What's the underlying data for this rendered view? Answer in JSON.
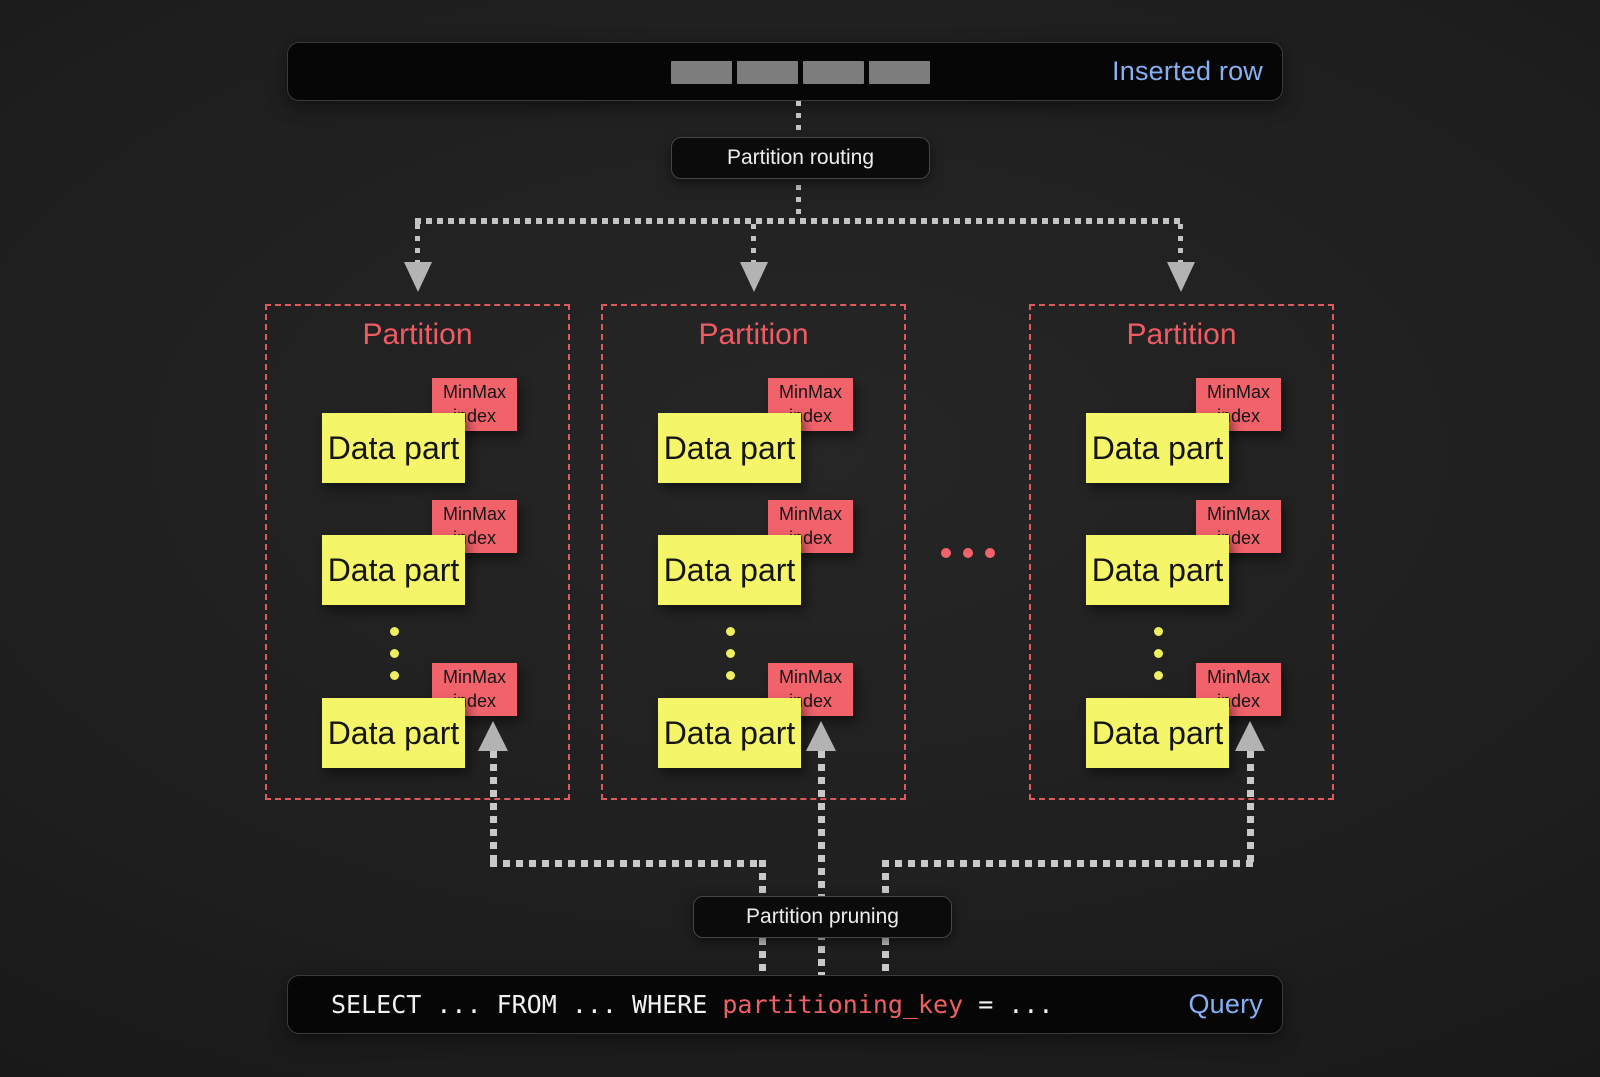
{
  "header": {
    "inserted_row_label": "Inserted row",
    "segment_count": 4
  },
  "flow": {
    "routing_label": "Partition routing",
    "pruning_label": "Partition pruning"
  },
  "partition": {
    "title": "Partition",
    "data_part_label": "Data part",
    "minmax_line1": "MinMax",
    "minmax_line2": "index",
    "visible_partitions": 3,
    "visible_data_parts_per_partition": 3,
    "more_partitions_ellipsis": "..."
  },
  "query": {
    "sql_prefix": "SELECT ... FROM ... WHERE ",
    "sql_key": "partitioning_key",
    "sql_suffix": " = ...",
    "label": "Query"
  },
  "colors": {
    "background": "#1e1e1e",
    "bar_background": "#060606",
    "accent_blue": "#87b0f2",
    "accent_yellow": "#f5f56a",
    "accent_red": "#f2626b",
    "partition_border_red": "#e05a5c",
    "connector_gray": "#c9c9c9",
    "row_segment_gray": "#7d7d7d"
  }
}
